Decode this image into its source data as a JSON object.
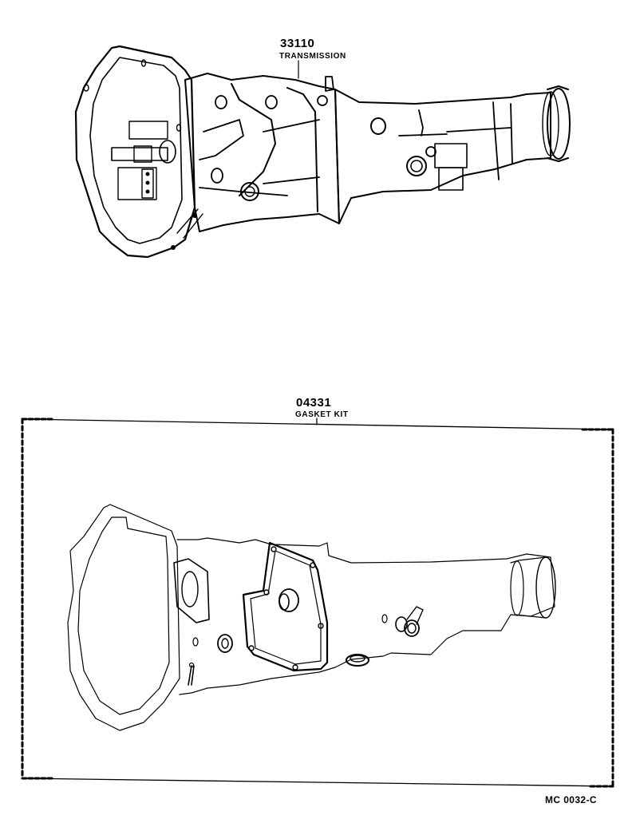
{
  "diagram": {
    "callouts": [
      {
        "part_number": "33110",
        "part_name": "TRANSMISSION"
      },
      {
        "part_number": "04331",
        "part_name": "GASKET KIT"
      }
    ],
    "reference_code": "MC 0032-C"
  }
}
